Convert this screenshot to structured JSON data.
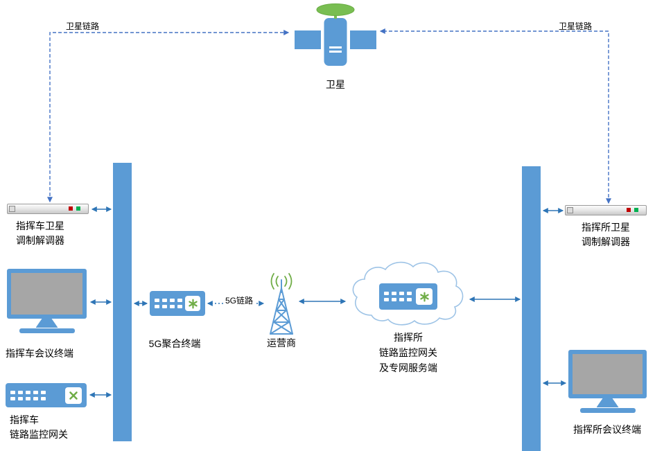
{
  "satellite": {
    "label": "卫星"
  },
  "links": {
    "left_satellite": "卫星链路",
    "right_satellite": "卫星链路",
    "fiveg": "5G链路"
  },
  "vehicle": {
    "modem": {
      "line1": "指挥车卫星",
      "line2": "调制解调器"
    },
    "terminal": {
      "label": "指挥车会议终端"
    },
    "gateway": {
      "line1": "指挥车",
      "line2": "链路监控网关"
    }
  },
  "middle": {
    "aggregator": {
      "label": "5G聚合终端"
    },
    "carrier": {
      "label": "运营商"
    },
    "cloud": {
      "line1": "指挥所",
      "line2": "链路监控网关",
      "line3": "及专网服务端"
    }
  },
  "post": {
    "modem": {
      "line1": "指挥所卫星",
      "line2": "调制解调器"
    },
    "terminal": {
      "label": "指挥所会议终端"
    }
  },
  "colors": {
    "device_blue": "#5B9BD5",
    "arrow_blue": "#2E75B6",
    "dashed_blue": "#4472C4",
    "green": "#70AD47",
    "led_red": "#C00000",
    "led_green": "#00B050",
    "screen_gray": "#A6A6A6",
    "cloud_stroke": "#9DC3E6"
  }
}
